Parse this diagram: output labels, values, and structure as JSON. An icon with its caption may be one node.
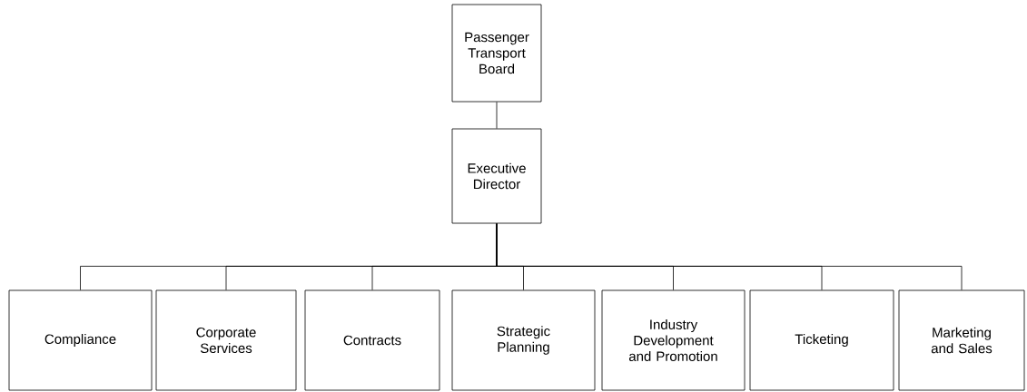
{
  "diagram": {
    "nodes": [
      {
        "text": [
          "Passenger Transport Board"
        ]
      },
      {
        "text": [
          "Executive Director"
        ]
      },
      {
        "text": [
          "Compliance"
        ]
      },
      {
        "text": [
          "Corporate Services"
        ]
      },
      {
        "text": [
          "Contracts"
        ]
      },
      {
        "text": [
          "Strategic Planning"
        ]
      },
      {
        "text": [
          "Industry Development and Promotion"
        ]
      },
      {
        "text": [
          "Ticketing"
        ]
      },
      {
        "text": [
          "Marketing and Sales"
        ]
      }
    ],
    "edges": [
      {
        "from": 0,
        "to": 1,
        "arrow": "none"
      },
      {
        "from": 1,
        "to": 2,
        "arrow": "none"
      },
      {
        "from": 1,
        "to": 3,
        "arrow": "none"
      },
      {
        "from": 1,
        "to": 4,
        "arrow": "none"
      },
      {
        "from": 1,
        "to": 5,
        "arrow": "none"
      },
      {
        "from": 1,
        "to": 6,
        "arrow": "none"
      },
      {
        "from": 1,
        "to": 7,
        "arrow": "none"
      },
      {
        "from": 1,
        "to": 8,
        "arrow": "none"
      }
    ]
  }
}
